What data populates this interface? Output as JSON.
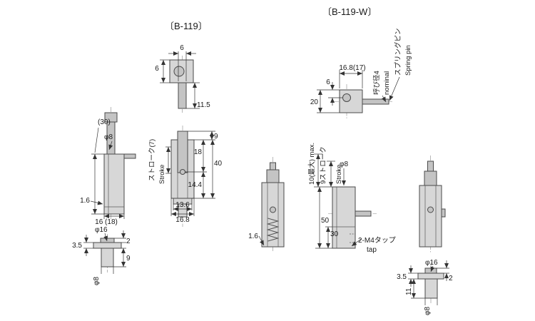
{
  "titles": {
    "b119": "〔B-119〕",
    "b119w": "〔B-119-W〕"
  },
  "b119": {
    "top": {
      "pin_width": "6",
      "knob_height": "6",
      "pin_length": "11.5"
    },
    "side": {
      "overall_height": "(30)",
      "bolt_dia": "φ8",
      "plate_thickness": "1.6",
      "base_width": "16 (18)"
    },
    "front": {
      "stroke_jp": "ストローク(7)",
      "stroke_en": "Stroke",
      "protrusion": "9",
      "d18": "18",
      "d40": "40",
      "d14_4": "14.4",
      "d13_6": "13.6",
      "d16_8": "16.8"
    },
    "bottom": {
      "flange_dia": "φ16",
      "d3_5": "3.5",
      "d2": "2",
      "d9": "9",
      "stem_dia": "φ8"
    }
  },
  "b119w": {
    "top": {
      "width": "16.8(17)",
      "d6": "6",
      "d20": "20",
      "nominal_jp": "呼び径4",
      "nominal_en": "nominal",
      "springpin_jp": "スプリングピン",
      "springpin_en": "Spring pin"
    },
    "front": {
      "plate_thickness": "1.6"
    },
    "side": {
      "max_stroke": "10(最大) max.",
      "stroke_jp": "9ストローク",
      "stroke_en": "Stroke",
      "bolt_dia": "φ8",
      "d50": "50",
      "d30": "30",
      "tap_jp": "2-M4タップ",
      "tap_en": "tap"
    },
    "bottom": {
      "flange_dia": "φ16",
      "d3_5": "3.5",
      "d11": "11",
      "d2": "2",
      "stem_dia": "φ8"
    }
  }
}
